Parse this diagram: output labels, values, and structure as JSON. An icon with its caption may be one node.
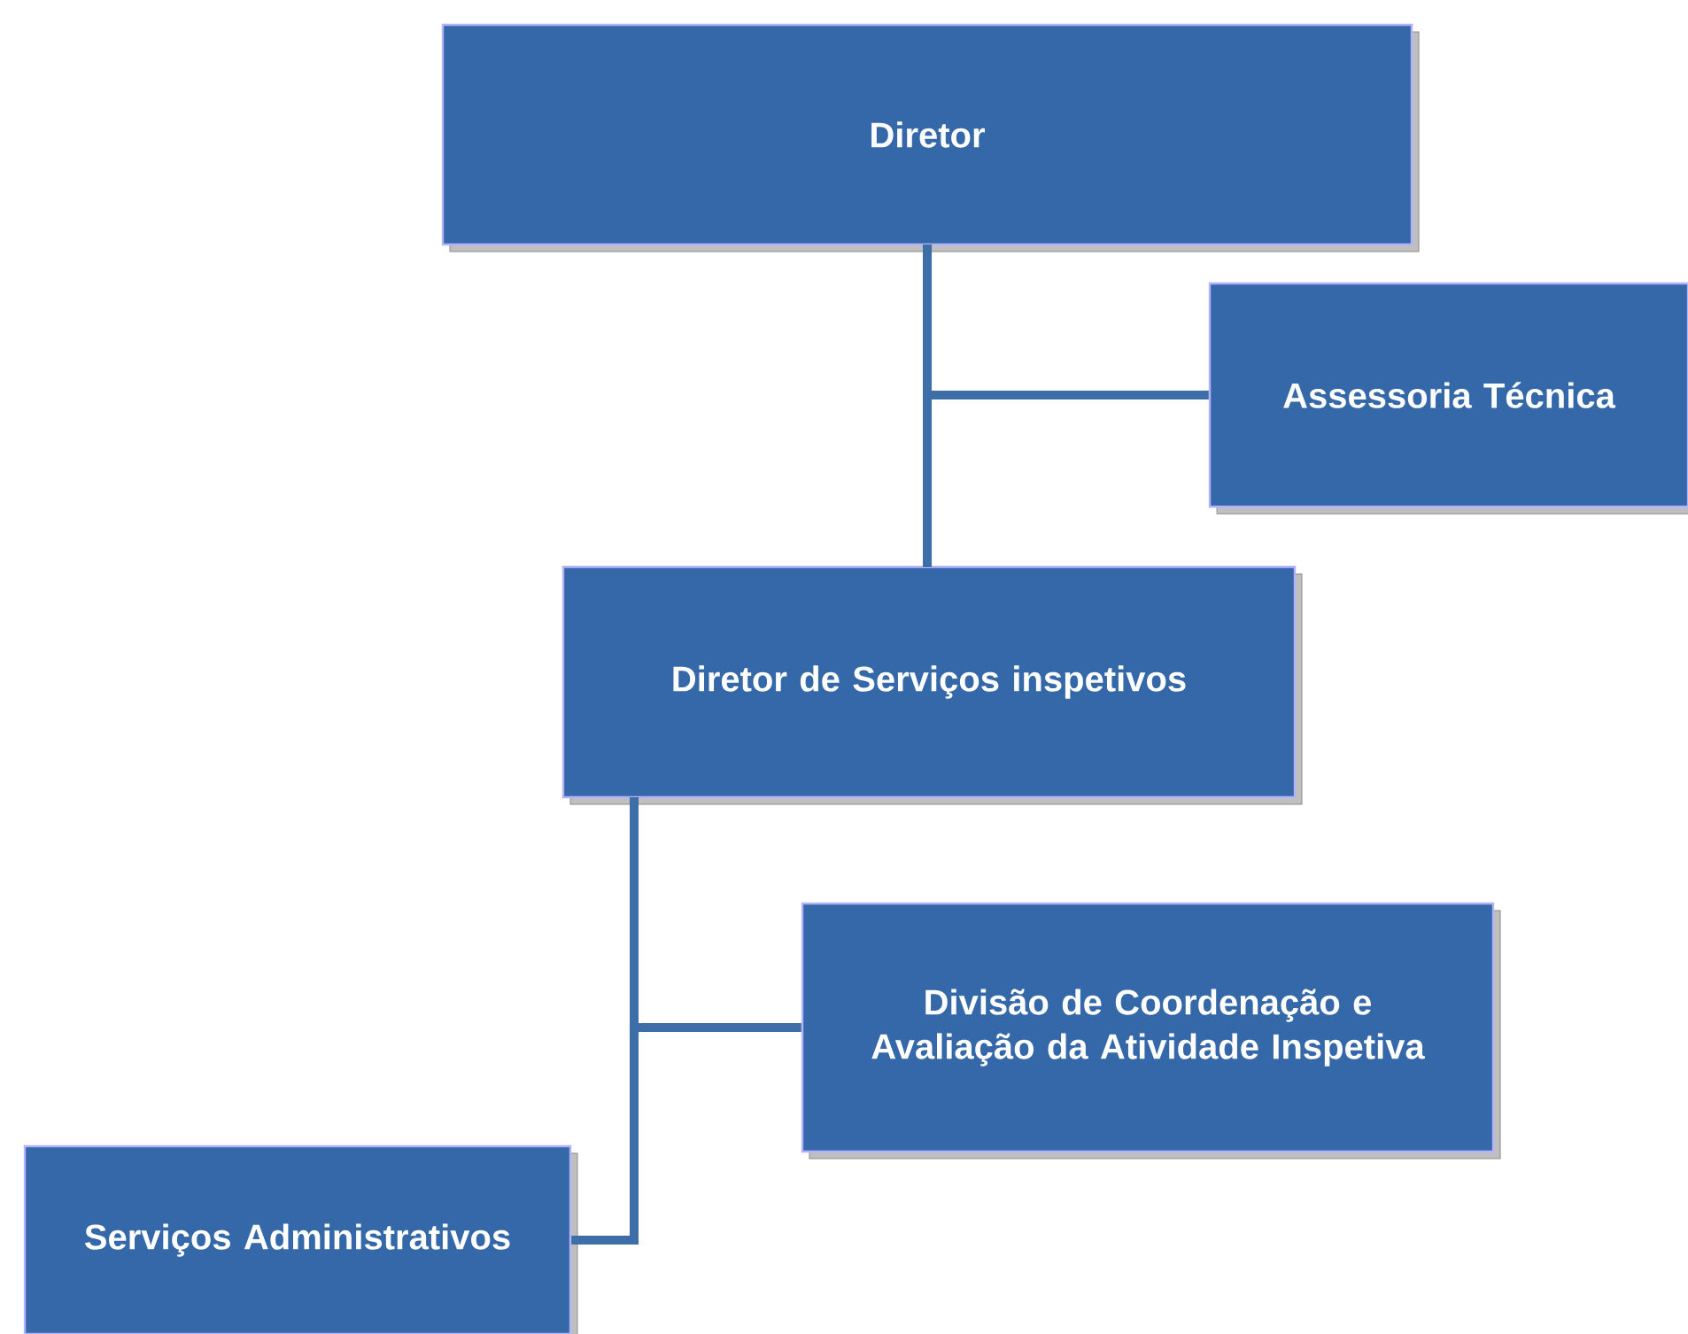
{
  "diagram": {
    "nodes": [
      {
        "text": [
          "Diretor"
        ]
      },
      {
        "text": [
          "Assessoria Técnica"
        ]
      },
      {
        "text": [
          "Diretor de Serviços inspetivos"
        ]
      },
      {
        "text": [
          "Divisão de Coordenação e Avaliação da Atividade Inspetiva"
        ]
      },
      {
        "text": [
          "Serviços Administrativos"
        ]
      }
    ],
    "edges": [
      {
        "from": 0,
        "to": 1,
        "arrow": "none"
      },
      {
        "from": 0,
        "to": 2,
        "arrow": "none"
      },
      {
        "from": 2,
        "to": 3,
        "arrow": "none"
      },
      {
        "from": 2,
        "to": 4,
        "arrow": "none"
      }
    ]
  }
}
